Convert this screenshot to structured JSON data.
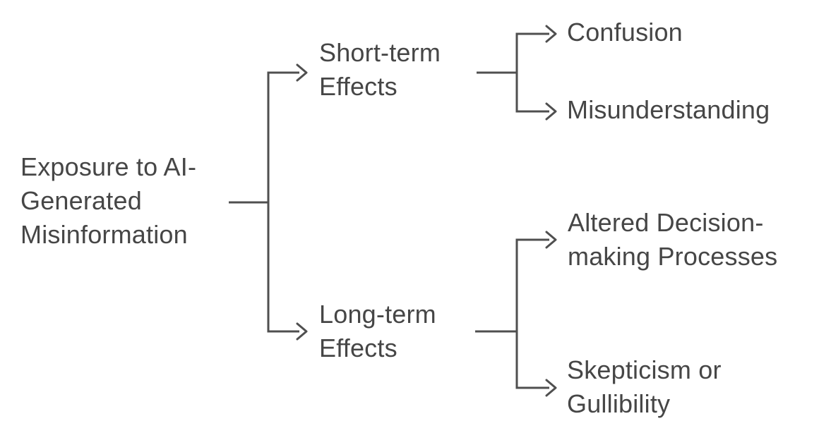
{
  "diagram": {
    "type": "mindmap-tree",
    "root": {
      "label": "Exposure to AI-\nGenerated\nMisinformation"
    },
    "branches": [
      {
        "label": "Short-term\nEffects",
        "children": [
          {
            "label": "Confusion"
          },
          {
            "label": "Misunderstanding"
          }
        ]
      },
      {
        "label": "Long-term\nEffects",
        "children": [
          {
            "label": "Altered Decision-\nmaking Processes"
          },
          {
            "label": "Skepticism or\nGullibility"
          }
        ]
      }
    ]
  },
  "colors": {
    "background": "#ffffff",
    "text": "#464646",
    "line": "#4f4f4f"
  }
}
